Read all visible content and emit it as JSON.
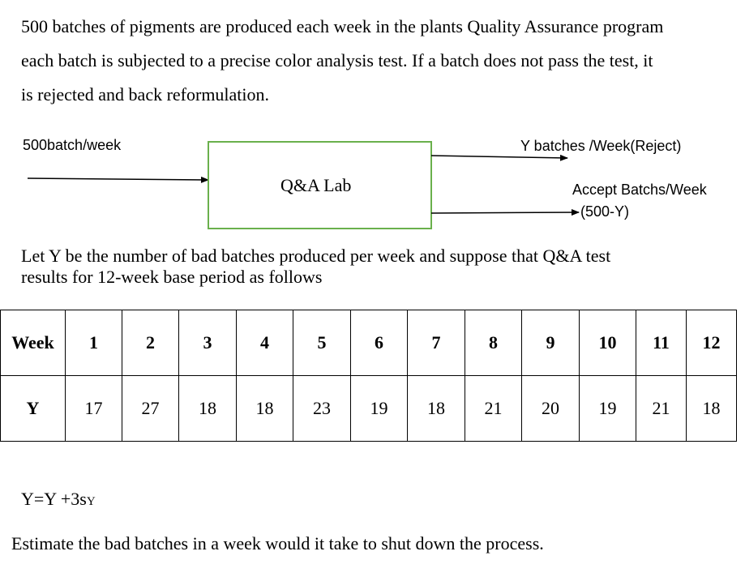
{
  "problem": {
    "lines": [
      "500 batches of pigments are produced each week in the plants Quality Assurance program",
      "each batch is subjected to a precise color analysis test. If  a batch does not pass the test, it",
      "is rejected and back reformulation."
    ]
  },
  "diagram": {
    "input_label": "500batch/week",
    "box_label": "Q&A Lab",
    "reject_label": "Y batches /Week(Reject)",
    "accept_label": "Accept Batchs/Week",
    "accept_sub": "(500-Y)",
    "box_border_color": "#6ab04c"
  },
  "intro": {
    "line1": "Let Y be the number of bad batches produced per week and suppose that Q&A test",
    "line2": "results for 12-week base period as follows"
  },
  "table": {
    "row_headers": [
      "Week",
      "Y"
    ],
    "weeks": [
      "1",
      "2",
      "3",
      "4",
      "5",
      "6",
      "7",
      "8",
      "9",
      "10",
      "11",
      "12"
    ],
    "y_values": [
      "17",
      "27",
      "18",
      "18",
      "23",
      "19",
      "18",
      "21",
      "20",
      "19",
      "21",
      "18"
    ]
  },
  "formula": {
    "lhs": "Y=Y +3s",
    "subscript": "Y"
  },
  "question": "Estimate the bad batches in a week would it take to shut down the process."
}
